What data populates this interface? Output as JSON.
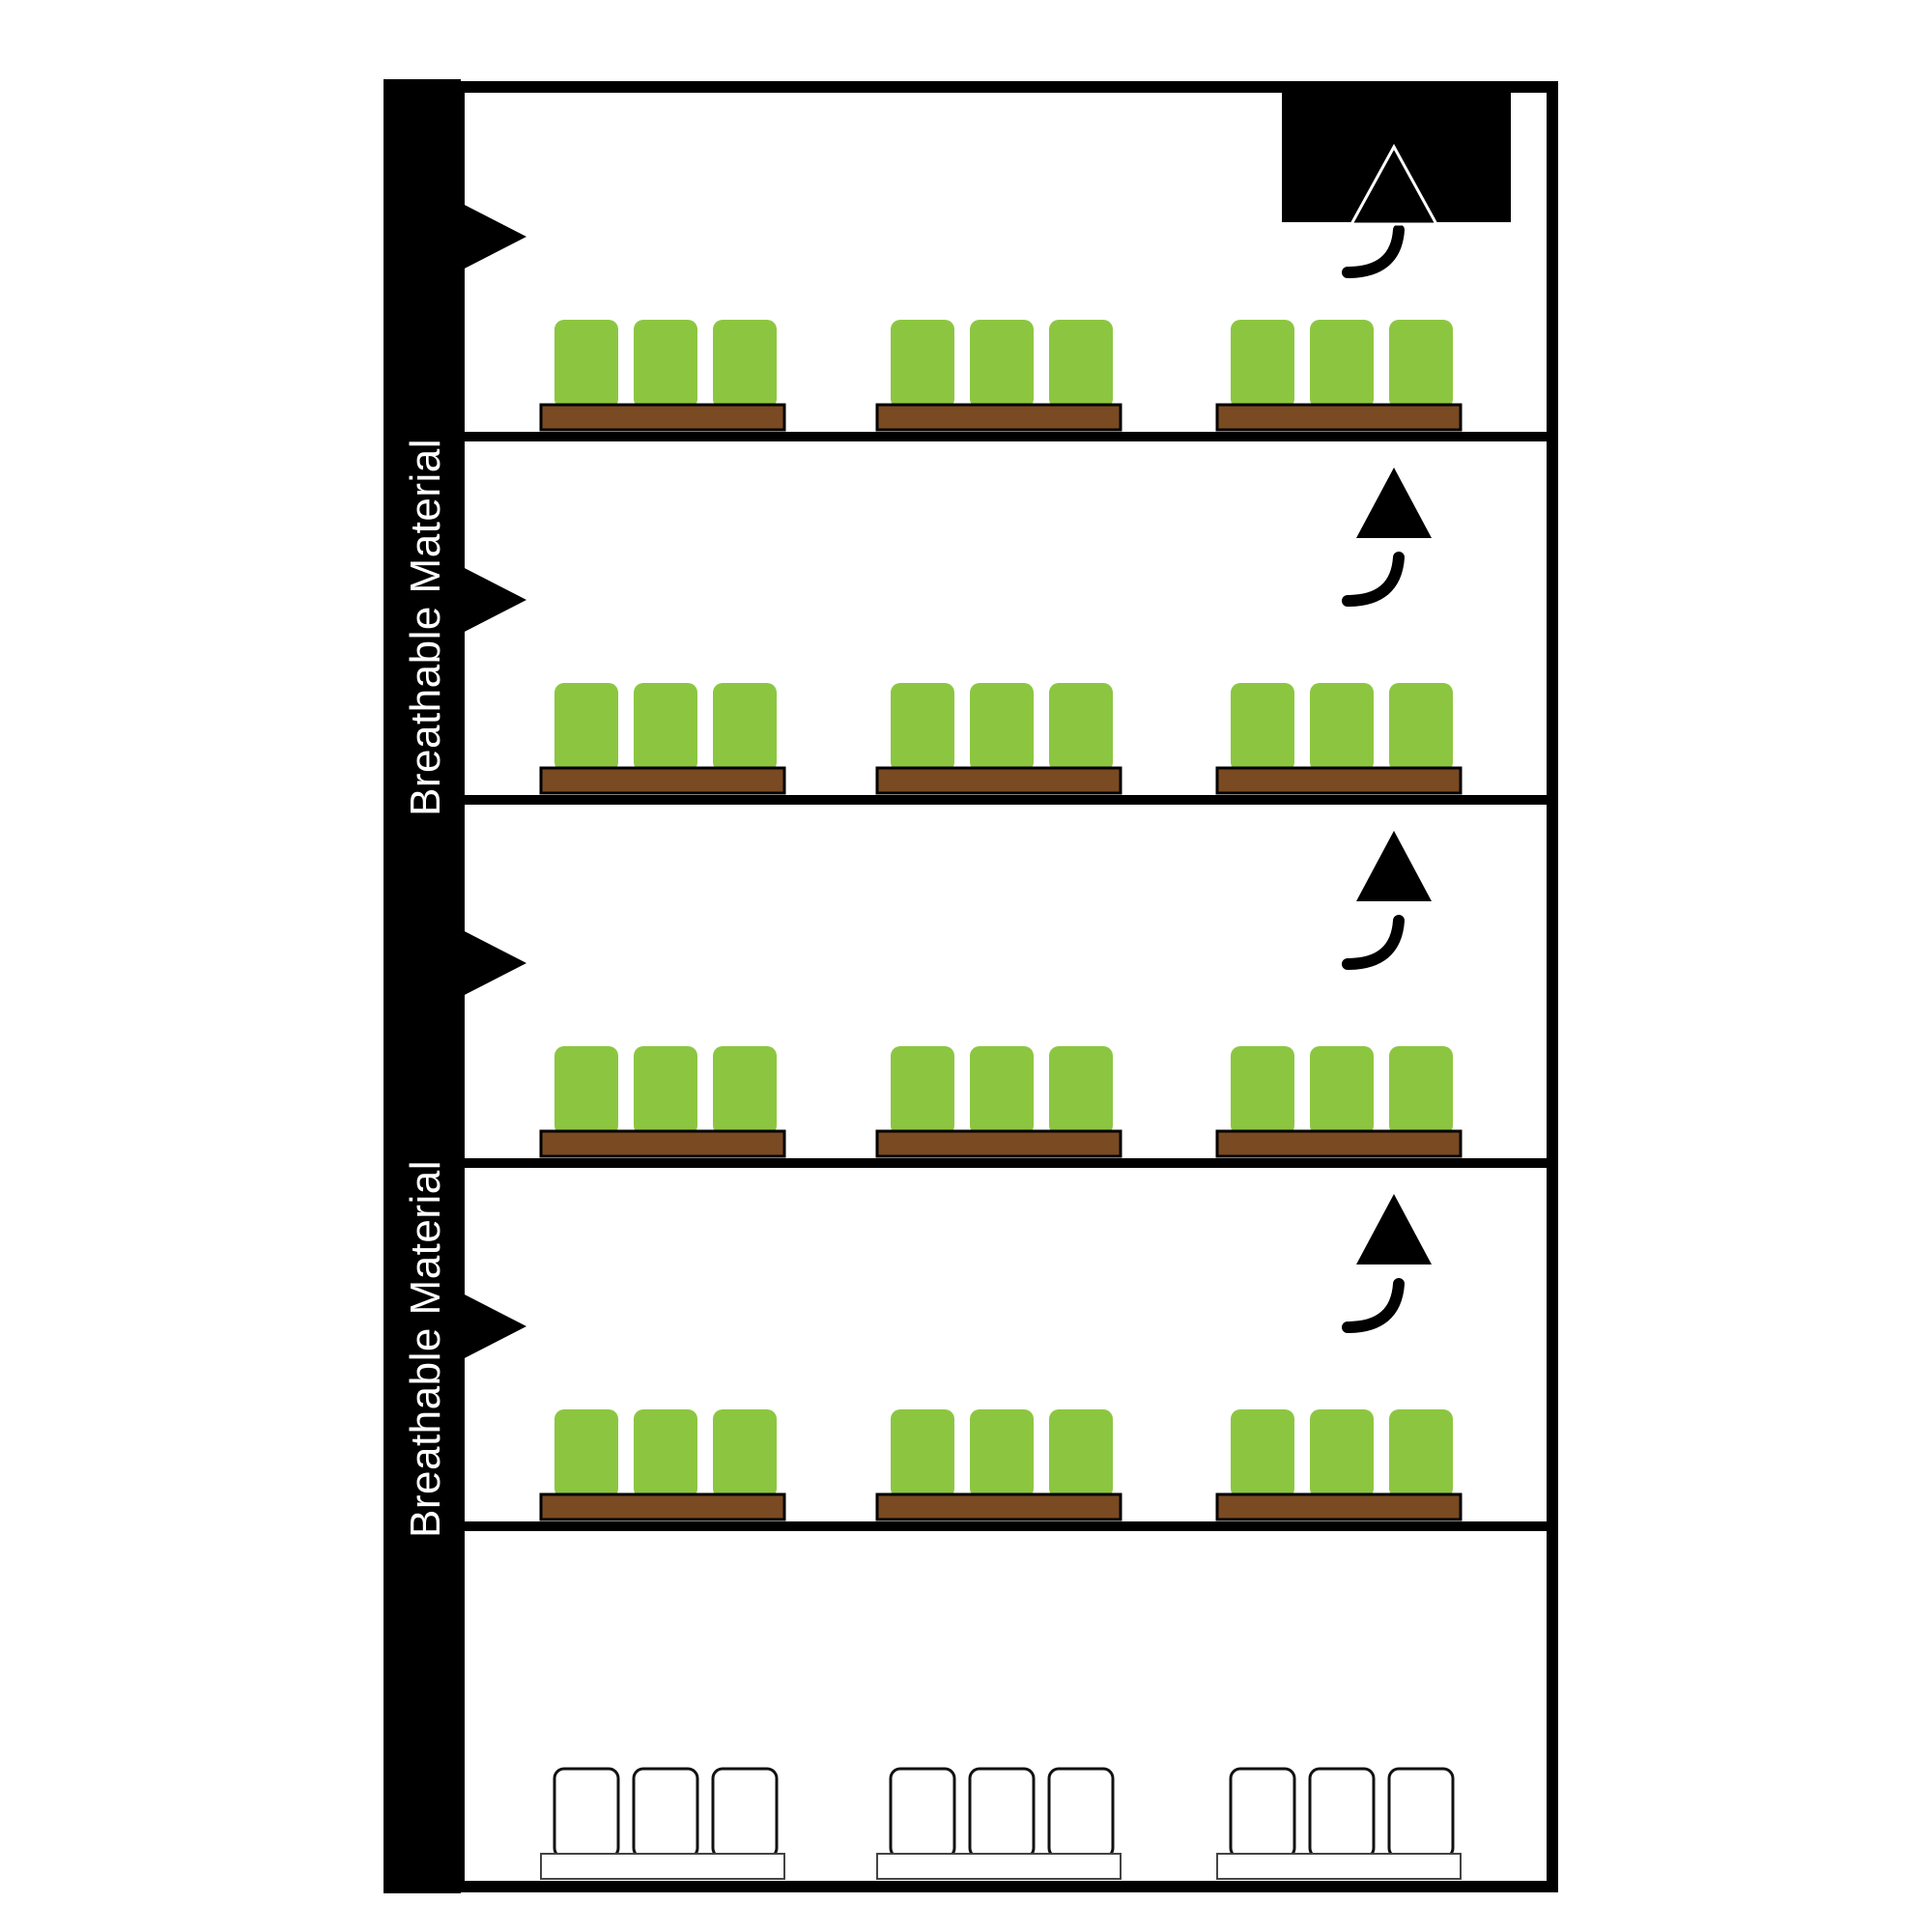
{
  "diagram": {
    "wall_label_upper": "Breathable Material",
    "wall_label_lower": "Breathable Material",
    "tiers": [
      {
        "state": "planted"
      },
      {
        "state": "planted"
      },
      {
        "state": "planted"
      },
      {
        "state": "planted"
      },
      {
        "state": "empty"
      }
    ],
    "trays_per_tier": 3,
    "plants_per_tray": 3,
    "airflow": "upward",
    "top_vent": true,
    "colors": {
      "structure": "#000000",
      "plant": "#8cc641",
      "soil": "#7a4a22",
      "empty_outline": "#111111",
      "background": "#ffffff",
      "label": "#ffffff"
    },
    "icons": [
      "vent-intake-icon",
      "airflow-arrow-icon",
      "exhaust-vent-icon"
    ]
  }
}
